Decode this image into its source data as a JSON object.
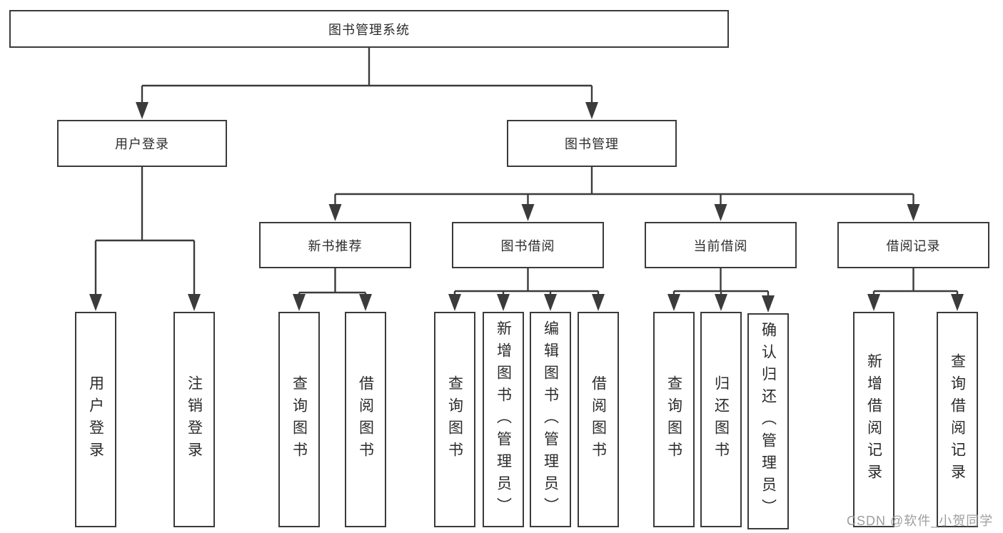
{
  "root": {
    "label": "图书管理系统"
  },
  "level2": [
    {
      "label": "用户登录"
    },
    {
      "label": "图书管理"
    }
  ],
  "level3": [
    {
      "label": "新书推荐"
    },
    {
      "label": "图书借阅"
    },
    {
      "label": "当前借阅"
    },
    {
      "label": "借阅记录"
    }
  ],
  "leaves": {
    "user_login": [
      "用户登录",
      "注销登录"
    ],
    "new_book": [
      "查询图书",
      "借阅图书"
    ],
    "book_borrow": [
      "查询图书",
      "新增图书（管理员）",
      "编辑图书（管理员）",
      "借阅图书"
    ],
    "current_borrow": [
      "查询图书",
      "归还图书",
      "确认归还（管理员）"
    ],
    "borrow_records": [
      "新增借阅记录",
      "查询借阅记录"
    ]
  },
  "watermark": "CSDN @软件_小贺同学",
  "colors": {
    "line": "#3b3b3b",
    "box_border": "#3b3b3b",
    "text": "#2b2b2b",
    "watermark": "#9e9e9e",
    "background": "#ffffff"
  }
}
